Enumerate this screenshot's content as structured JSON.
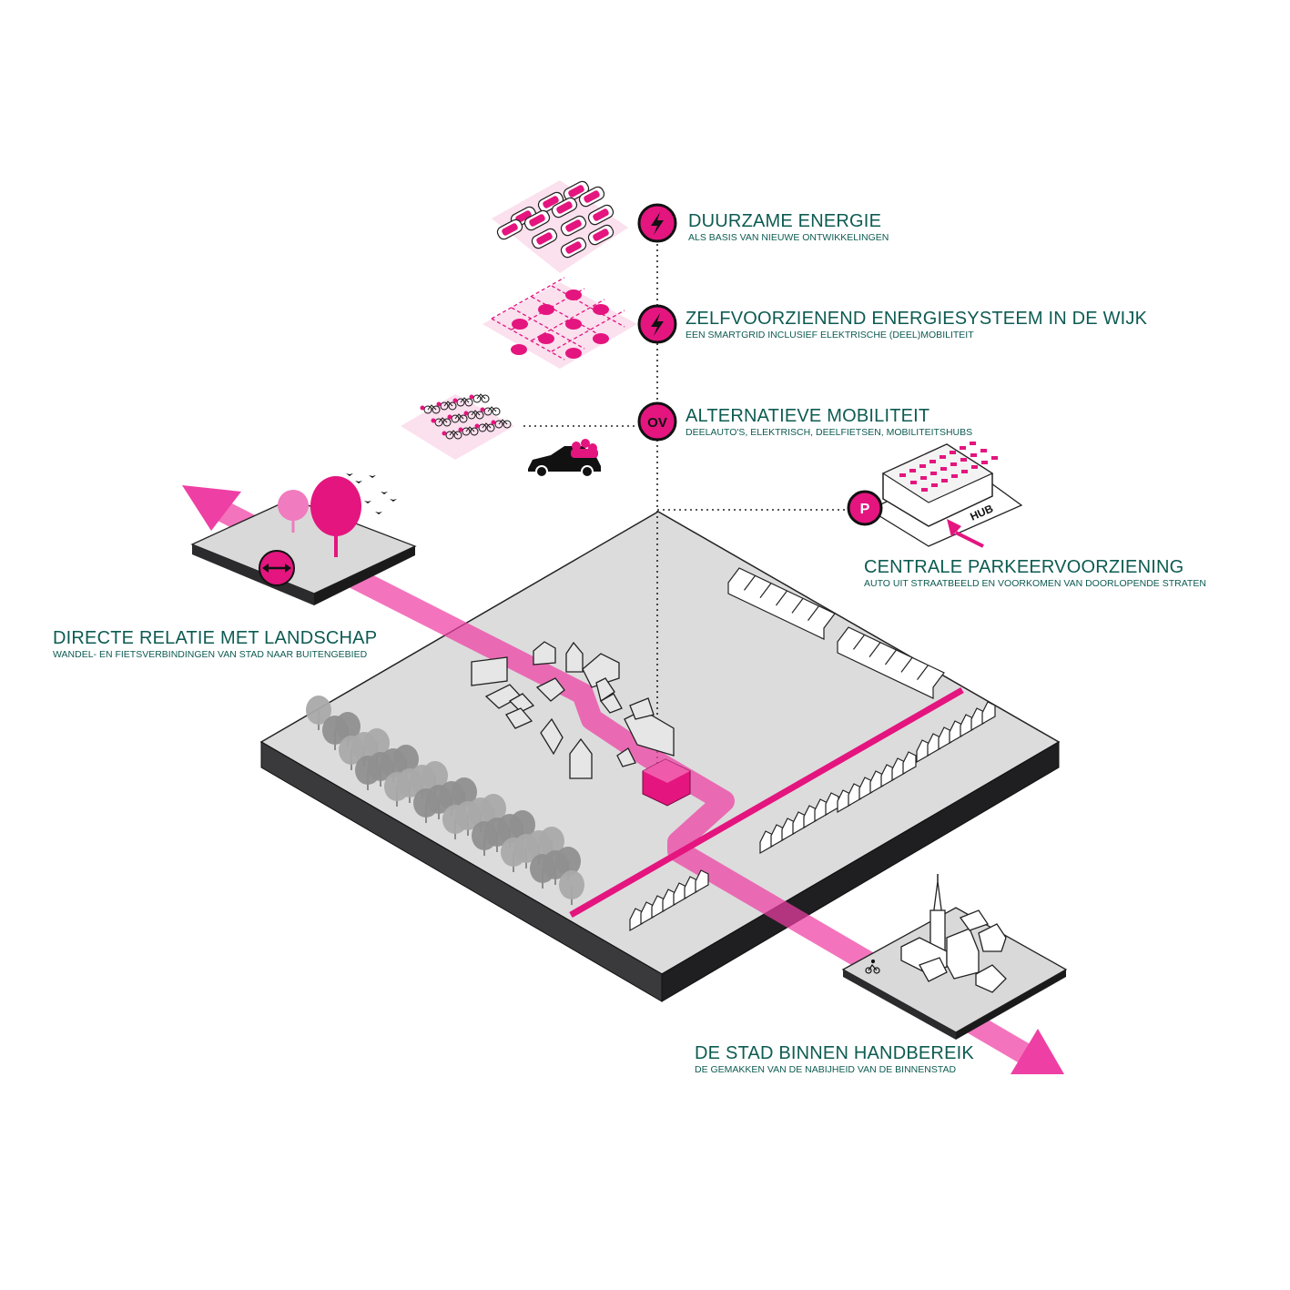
{
  "colors": {
    "magenta": "#e4157f",
    "magenta_light": "#f7c9e3",
    "text_teal": "#0d5b52",
    "base_top": "#dcdcdc",
    "base_side": "#2b2b2d"
  },
  "icons": {
    "energy_1": "lightning-icon",
    "energy_2": "lightning-icon",
    "mobility": "OV",
    "parking": "P",
    "landscape": "double-arrow-icon"
  },
  "labels": {
    "energy": {
      "title": "DUURZAME ENERGIE",
      "sub": "ALS BASIS VAN NIEUWE ONTWIKKELINGEN"
    },
    "smartgrid": {
      "title": "ZELFVOORZIENEND ENERGIESYSTEEM IN DE WIJK",
      "sub": "EEN SMARTGRID INCLUSIEF ELEKTRISCHE (DEEL)MOBILITEIT"
    },
    "mobility": {
      "title": "ALTERNATIEVE MOBILITEIT",
      "sub": "DEELAUTO'S, ELEKTRISCH, DEELFIETSEN, MOBILITEITSHUBS"
    },
    "parking": {
      "title": "CENTRALE PARKEERVOORZIENING",
      "sub": "AUTO UIT STRAATBEELD EN VOORKOMEN VAN DOORLOPENDE STRATEN"
    },
    "landscape": {
      "title": "DIRECTE RELATIE MET LANDSCHAP",
      "sub": "WANDEL- EN FIETSVERBINDINGEN VAN STAD NAAR BUITENGEBIED"
    },
    "city": {
      "title": "DE STAD BINNEN HANDBEREIK",
      "sub": "DE GEMAKKEN VAN DE NABIJHEID VAN DE BINNENSTAD"
    }
  },
  "hub_label": "HUB"
}
